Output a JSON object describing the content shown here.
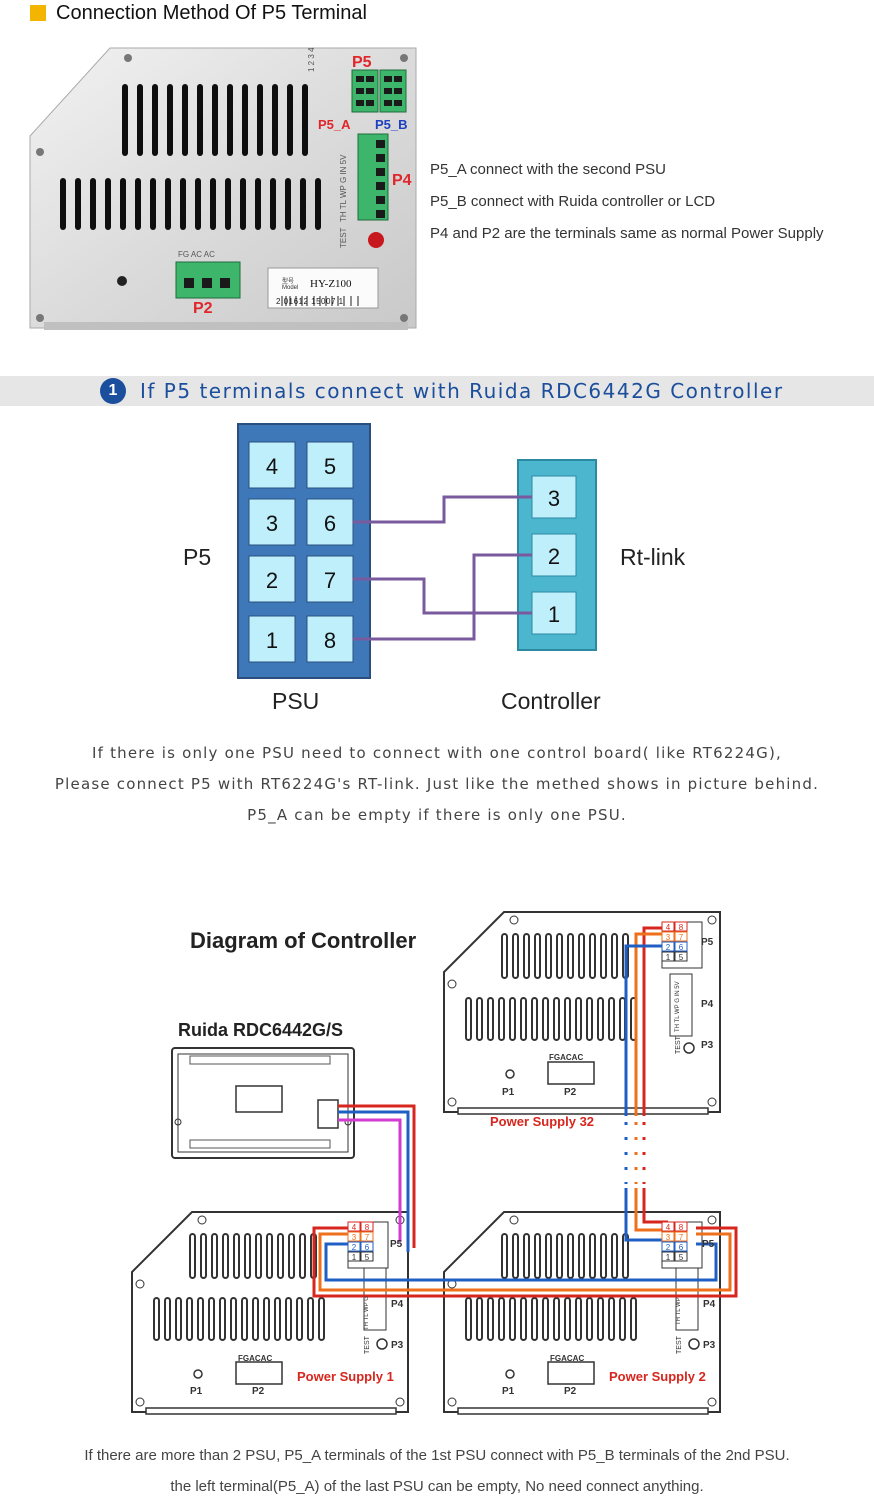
{
  "header": {
    "title": "Connection Method Of P5 Terminal"
  },
  "psu_photo": {
    "p5": "P5",
    "p5_a": "P5_A",
    "p5_b": "P5_B",
    "p4": "P4",
    "p2": "P2",
    "pin_numbers": "1 2 3 4",
    "p4_pins": "TH TL WP G IN 5V",
    "test": "TEST",
    "p2_pins": "FG AC AC",
    "model_label": "型号 Model",
    "model": "HY-Z100",
    "serial": "2 01612 15007 1"
  },
  "notes": [
    "P5_A connect with the second PSU",
    "P5_B connect with Ruida controller or LCD",
    "P4 and P2 are the terminals same as normal Power Supply"
  ],
  "section1": {
    "number": "1",
    "title": "If P5 terminals connect with Ruida RDC6442G Controller"
  },
  "pin_diagram": {
    "left_label": "P5",
    "right_label": "Rt-link",
    "psu_label": "PSU",
    "controller_label": "Controller",
    "psu_pins": [
      [
        "4",
        "5"
      ],
      [
        "3",
        "6"
      ],
      [
        "2",
        "7"
      ],
      [
        "1",
        "8"
      ]
    ],
    "controller_pins": [
      "3",
      "2",
      "1"
    ],
    "connections": [
      [
        "6",
        "3"
      ],
      [
        "7",
        "1"
      ],
      [
        "8",
        "2"
      ]
    ],
    "colors": {
      "psu_block": "#3f78b8",
      "pin_cell": "#bfeffb",
      "controller_block": "#4db6cf",
      "wire": "#7a5a9e"
    }
  },
  "captions": [
    "If there is only one PSU need to connect with one control board( like RT6224G),",
    "Please connect P5 with RT6224G's RT-link. Just like the methed shows in picture behind.",
    "P5_A can be empty if there is only one PSU."
  ],
  "wiring": {
    "title": "Diagram of Controller",
    "controller_name": "Ruida RDC6442G/S",
    "supplies": [
      {
        "name": "Power Supply 32",
        "p1": "P1",
        "p2": "P2",
        "p3": "P3",
        "p4": "P4",
        "p5": "P5",
        "fg": "FGACAC",
        "test": "TEST",
        "p5_pins": [
          "4",
          "8",
          "3",
          "7",
          "2",
          "6",
          "1",
          "5"
        ],
        "p4_pins": "TH TL WP G IN 5V"
      },
      {
        "name": "Power Supply 1",
        "p1": "P1",
        "p2": "P2",
        "p3": "P3",
        "p4": "P4",
        "p5": "P5",
        "fg": "FGACAC",
        "test": "TEST",
        "p5_pins": [
          "4",
          "8",
          "3",
          "7",
          "2",
          "6",
          "1",
          "5"
        ],
        "p4_pins": "TH TL WP G"
      },
      {
        "name": "Power Supply 2",
        "p1": "P1",
        "p2": "P2",
        "p3": "P3",
        "p4": "P4",
        "p5": "P5",
        "fg": "FGACAC",
        "test": "TEST",
        "p5_pins": [
          "4",
          "8",
          "3",
          "7",
          "2",
          "6",
          "1",
          "5"
        ],
        "p4_pins": "TH TL WP"
      }
    ],
    "colors": {
      "red": "#d7261e",
      "orange": "#ef6f1a",
      "blue": "#1f5fc4",
      "magenta": "#d23ad0"
    }
  },
  "bottom_notes": [
    "If there are more than 2 PSU,  P5_A terminals of the 1st PSU connect with P5_B terminals of the 2nd PSU.",
    "the left terminal(P5_A) of the last PSU can be empty, No need connect anything."
  ]
}
